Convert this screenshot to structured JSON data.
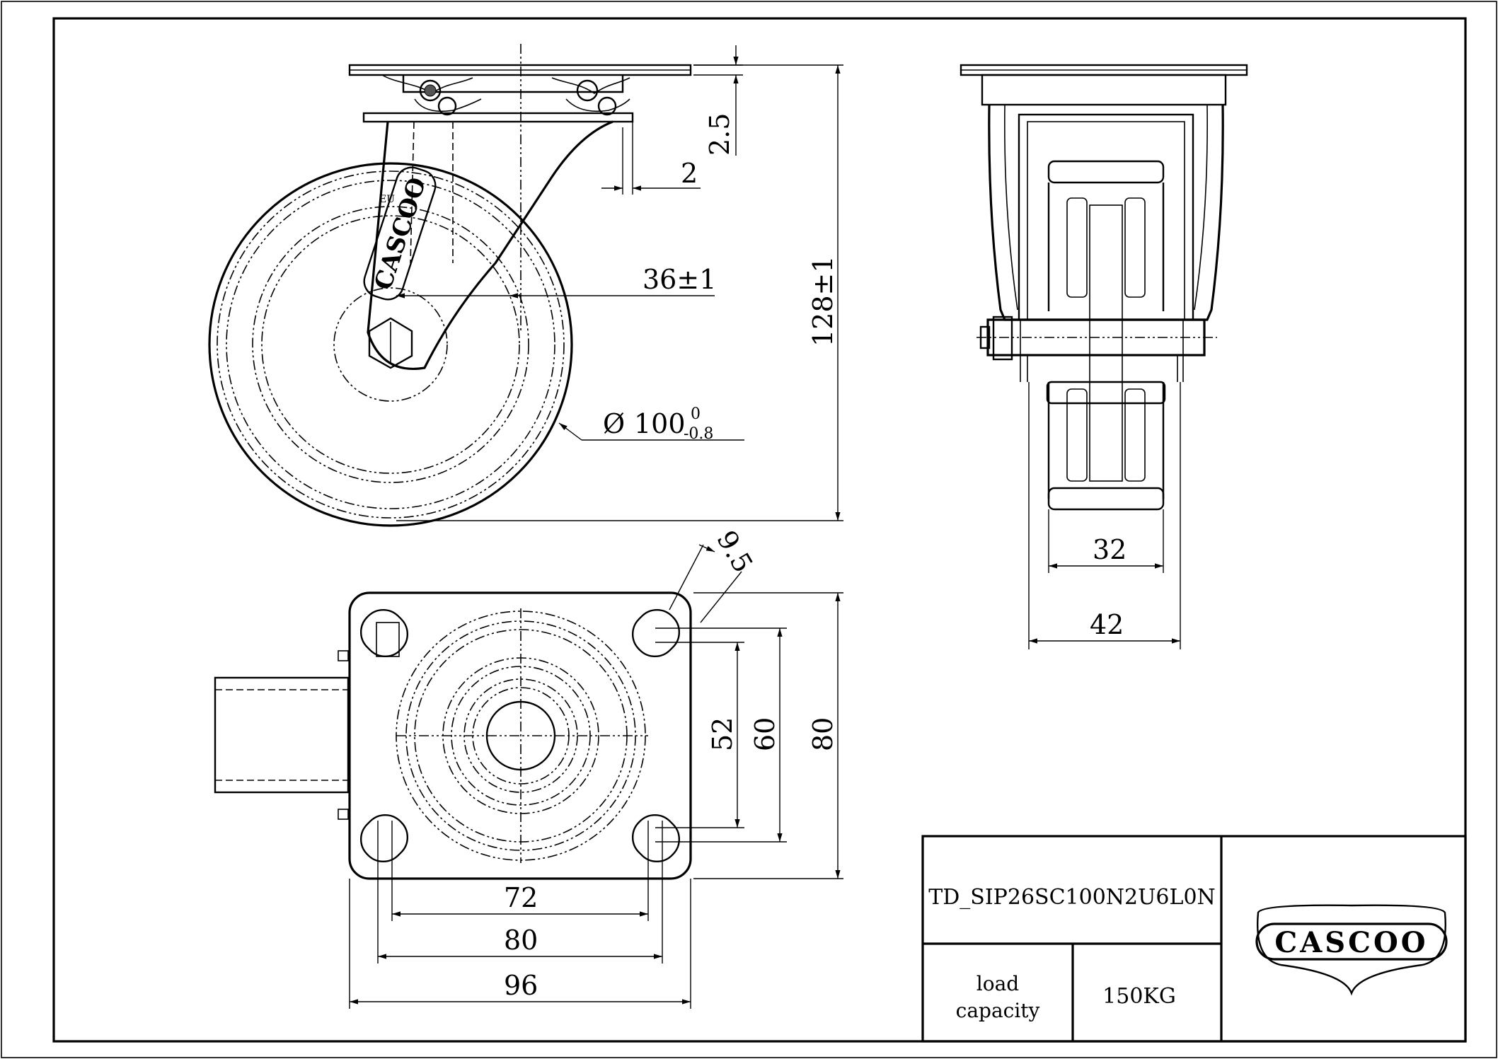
{
  "drawing": {
    "part_number": "TD_SIP26SC100N2U6L0N",
    "load_capacity_label": [
      "load",
      "capacity"
    ],
    "load_capacity_value": "150KG",
    "logo_text": "CASCOO",
    "wheel_brand_text": "CASCOO",
    "wheel_small_mark": "EU"
  },
  "dimensions": {
    "side_view": {
      "plate_thickness": "2.5",
      "offset_gap": "2",
      "swivel_offset": "36±1",
      "wheel_diameter_symbol": "Ø",
      "wheel_diameter": "100",
      "wheel_diameter_tol_upper": "0",
      "wheel_diameter_tol_lower": "-0.8",
      "overall_height": "128±1"
    },
    "front_view": {
      "tread_width": "32",
      "fork_width": "42"
    },
    "top_view": {
      "slot_width": "9.5",
      "hole_spacing_y_inner": "52",
      "hole_spacing_y_outer": "60",
      "plate_height": "80",
      "hole_spacing_x_inner": "72",
      "hole_spacing_x_outer": "80",
      "plate_width": "96"
    }
  }
}
